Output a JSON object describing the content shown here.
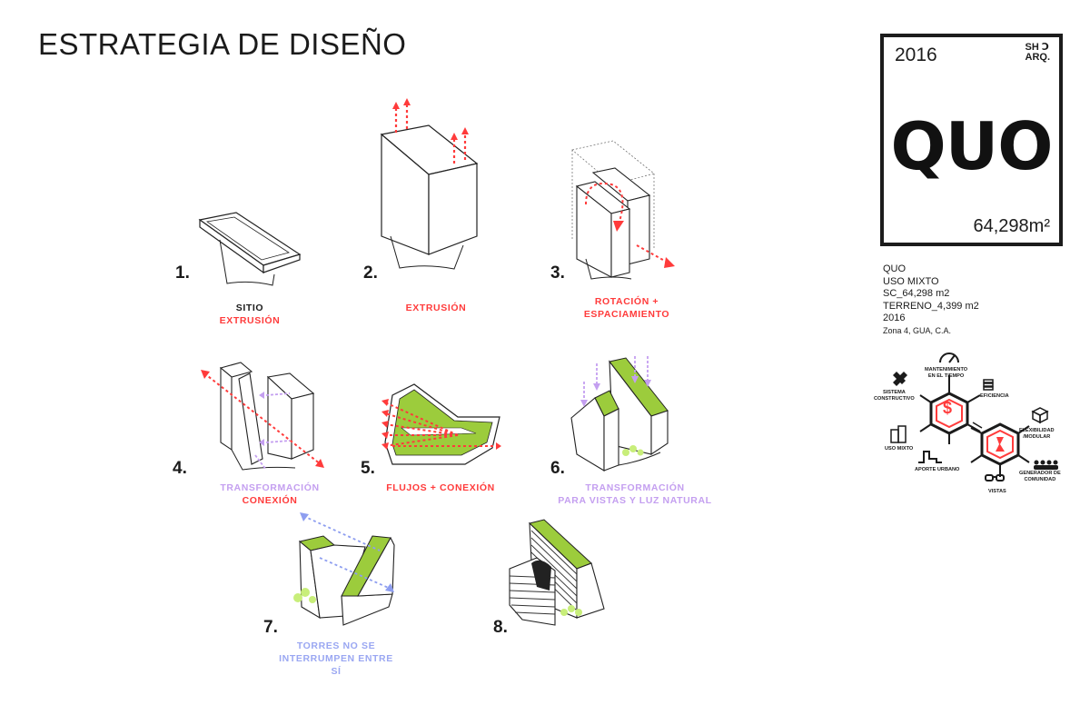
{
  "title": "ESTRATEGIA DE DISEÑO",
  "steps": [
    {
      "num": "1.",
      "caption_lines": [
        {
          "text": "SITIO",
          "color": "#1b1b1b"
        },
        {
          "text": "EXTRUSIÓN",
          "color": "#ff3b3b"
        }
      ]
    },
    {
      "num": "2.",
      "caption_lines": [
        {
          "text": "EXTRUSIÓN",
          "color": "#ff3b3b"
        }
      ]
    },
    {
      "num": "3.",
      "caption_lines": [
        {
          "text": "ROTACIÓN +",
          "color": "#ff3b3b"
        },
        {
          "text": "ESPACIAMIENTO",
          "color": "#ff3b3b"
        }
      ]
    },
    {
      "num": "4.",
      "caption_lines": [
        {
          "text": "TRANSFORMACIÓN",
          "color": "#c49ff0"
        },
        {
          "text": "CONEXIÓN",
          "color": "#ff3b3b"
        }
      ]
    },
    {
      "num": "5.",
      "caption_lines": [
        {
          "text": "FLUJOS + CONEXIÓN",
          "color": "#ff3b3b"
        }
      ]
    },
    {
      "num": "6.",
      "caption_lines": [
        {
          "text": "TRANSFORMACIÓN",
          "color": "#c49ff0"
        },
        {
          "text": "PARA VISTAS Y LUZ NATURAL",
          "color": "#c49ff0"
        }
      ]
    },
    {
      "num": "7.",
      "caption_lines": [
        {
          "text": "TORRES NO SE",
          "color": "#9aa7f2"
        },
        {
          "text": "INTERRUMPEN ENTRE SÍ",
          "color": "#9aa7f2"
        }
      ]
    },
    {
      "num": "8.",
      "caption_lines": []
    }
  ],
  "card": {
    "year": "2016",
    "logo_line1": "SH Ↄ",
    "logo_line2": "ARQ.",
    "name": "QUO",
    "area": "64,298m²"
  },
  "info": {
    "lines": [
      "QUO",
      "USO MIXTO",
      "SC_64,298 m2",
      "TERRENO_4,399 m2",
      "2016",
      "Zona 4, GUA, C.A."
    ]
  },
  "icons": {
    "labels": {
      "mantenimiento": "MANTENIMIENTO\nEN EL TIEMPO",
      "sistema": "SISTEMA\nCONSTRUCTIVO",
      "eficiencia": "EFICIENCIA",
      "flexibilidad": "FLEXIBILIDAD\n/MODULAR",
      "uso_mixto": "USO MIXTO",
      "aporte": "APORTE URBANO",
      "vistas": "VISTAS",
      "generador": "GENERADOR DE\nCOMUNIDAD"
    },
    "hex1_symbol": "$",
    "colors": {
      "accent": "#ff3b3b",
      "dark": "#1b1b1b",
      "green": "#9ccc3c"
    }
  }
}
